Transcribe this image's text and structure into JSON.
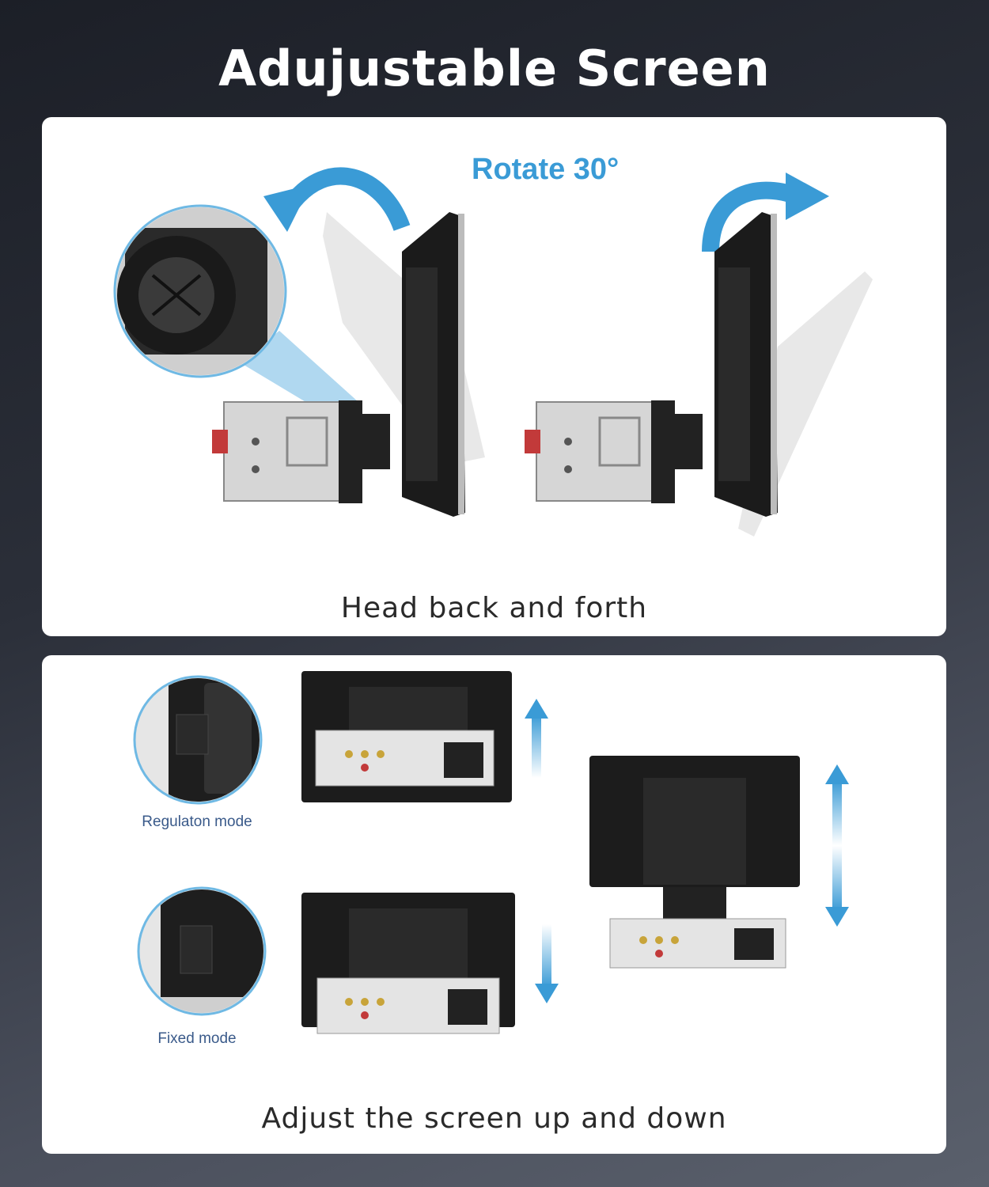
{
  "title": "Adujustable Screen",
  "panel_rotate": {
    "label": "Rotate 30°",
    "caption": "Head back and forth"
  },
  "panel_updown": {
    "mode_regulation": "Regulaton mode",
    "mode_fixed": "Fixed mode",
    "caption": "Adjust the screen up and down"
  },
  "colors": {
    "accent_blue": "#3a9bd6",
    "background_dark": "#1c1f27",
    "card": "#ffffff"
  },
  "icons": [
    "rotate-ccw-arrow-icon",
    "rotate-cw-arrow-icon",
    "up-arrow-icon",
    "down-arrow-icon",
    "up-down-arrow-icon"
  ]
}
